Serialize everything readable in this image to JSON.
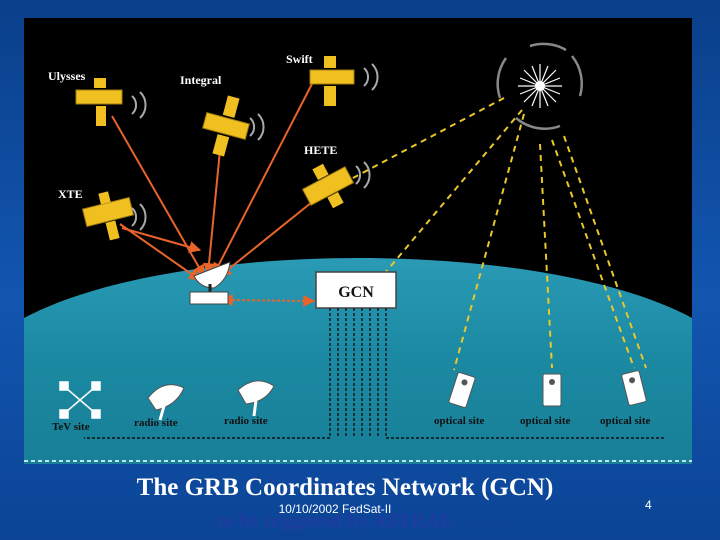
{
  "figure": {
    "satellites": {
      "ulysses": "Ulysses",
      "integral": "Integral",
      "swift": "Swift",
      "hete": "HETE",
      "xte": "XTE"
    },
    "gcn_box": "GCN",
    "ground_sites": {
      "tev": "TeV site",
      "radio_1": "radio site",
      "radio_2": "radio site",
      "optical_1": "optical site",
      "optical_2": "optical site",
      "optical_3": "optical site"
    }
  },
  "slide": {
    "title": "The GRB Coordinates Network (GCN)",
    "footer_date": "10/10/2002 FedSat-II",
    "page_number": "4",
    "subtitle": "to be triggered by ASTRAL"
  },
  "colors": {
    "space": "#000000",
    "earth": "#1e8fa8",
    "orange_arrows": "#e8642a",
    "yellow_dashed": "#e8c82a",
    "solar_panel": "#f0c020",
    "subtitle_blue": "#1f3d9f"
  }
}
